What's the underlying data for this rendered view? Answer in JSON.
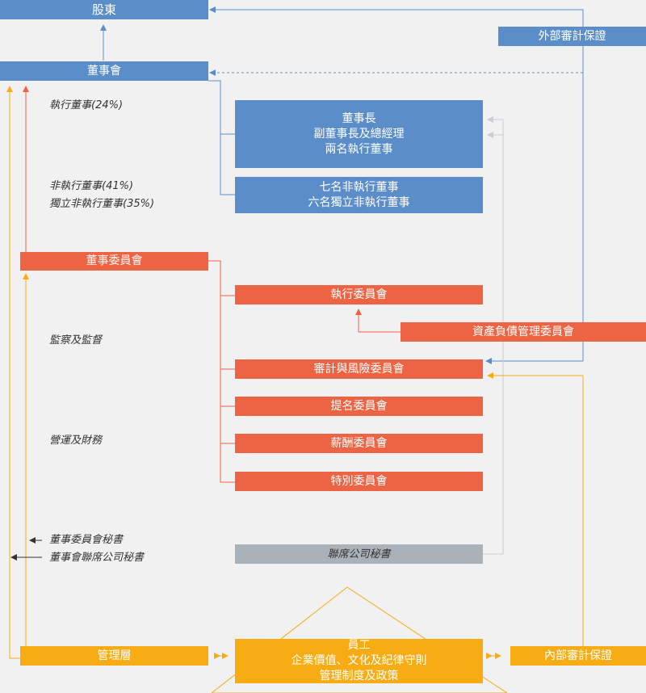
{
  "colors": {
    "blue": "#5b8ec8",
    "red": "#ec6443",
    "gold": "#f7ac14",
    "grey": "#a9b1b9",
    "light_line": "#c8ced4",
    "background": "#f1f1f2"
  },
  "nodes": {
    "shareholders": "股東",
    "external_audit": "外部審計保證",
    "board": "董事會",
    "chairman_lines": [
      "董事長",
      "副董事長及總經理",
      "兩名執行董事"
    ],
    "directors_lines": [
      "七名非執行董事",
      "六名獨立非執行董事"
    ],
    "board_committees": "董事委員會",
    "executive_committee": "執行委員會",
    "alm_committee": "資產負債管理委員會",
    "audit_risk_committee": "審計與風險委員會",
    "nomination_committee": "提名委員會",
    "remuneration_committee": "薪酬委員會",
    "special_committee": "特別委員會",
    "company_secretary": "聯席公司秘書",
    "management": "管理層",
    "employees_lines": [
      "員工",
      "企業價值、文化及紀律守則",
      "管理制度及政策"
    ],
    "internal_audit": "內部審計保證"
  },
  "labels": {
    "executive_directors": "執行董事(24%)",
    "non_executive_directors": "非執行董事(41%)",
    "independent_directors": "獨立非執行董事(35%)",
    "supervision": "監察及監督",
    "operations": "營運及財務",
    "committee_secretary": "董事委員會秘書",
    "board_secretary": "董事會聯席公司秘書"
  }
}
